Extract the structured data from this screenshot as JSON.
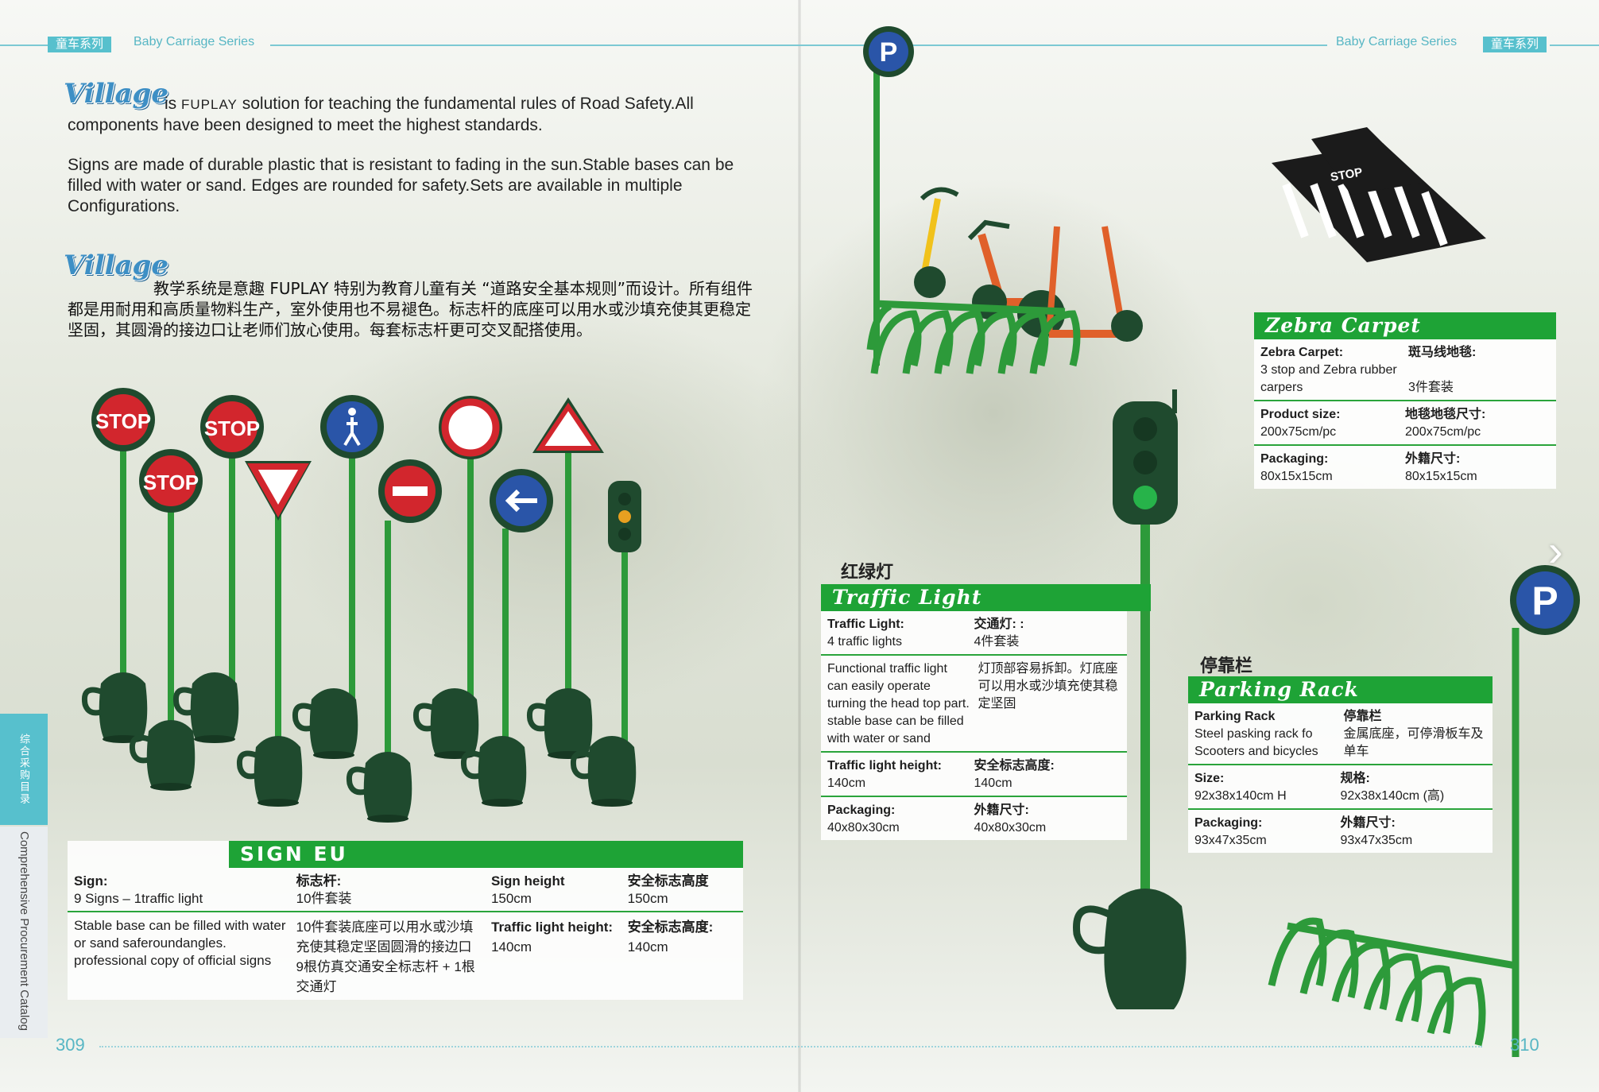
{
  "header": {
    "left_cn": "童车系列",
    "left_en": "Baby Carriage Series",
    "right_en": "Baby Carriage Series",
    "right_cn": "童车系列"
  },
  "side_tab": {
    "cn": "综合采购目录",
    "en": "Comprehensive Procurement Catalog"
  },
  "page_numbers": {
    "left": "309",
    "right": "310"
  },
  "intro": {
    "logo_word": "Village",
    "en_prefix": "is",
    "en_brand": "FUPLAY",
    "en_p1_rest": "solution for teaching the fundamental rules of Road Safety.All components have been designed to meet the highest standards.",
    "en_p2": "Signs are made of durable plastic that is resistant to fading in the sun.Stable bases can be filled with water or sand. Edges are rounded for safety.Sets are available in multiple Configurations.",
    "logo_word_2": "Village",
    "cn_text": "教学系统是意趣 FUPLAY 特别为教育儿童有关 “道路安全基本规则”而设计。所有组件都是用耐用和高质量物料生产，室外使用也不易褪色。标志杆的底座可以用水或沙填充使其更稳定坚固，其圆滑的接边口让老师们放心使用。每套标志杆更可交叉配搭使用。"
  },
  "signs": {
    "stop": "STOP",
    "parking": "P"
  },
  "sign_eu": {
    "title": "SIGN EU",
    "row1": {
      "en_label": "Sign:",
      "en_value": "9 Signs – 1traffic light",
      "cn_label": "标志杆:",
      "cn_value": "10件套装",
      "h_label": "Sign height",
      "h_value": "150cm",
      "h_cn_label": "安全标志高度",
      "h_cn_value": "150cm"
    },
    "row2": {
      "en_desc": "Stable base can be filled with water or sand saferoundangles. professional copy of official signs",
      "cn_desc": "10件套装底座可以用水或沙填充使其稳定坚固圆滑的接边口9根仿真交通安全标志杆 + 1根交通灯",
      "tl_label": "Traffic light height:",
      "tl_value": "140cm",
      "tl_cn_label": "安全标志高度:",
      "tl_cn_value": "140cm"
    }
  },
  "traffic_light": {
    "cn_name": "红绿灯",
    "title": "Traffic Light",
    "rows": [
      {
        "l_label": "Traffic Light:",
        "l_value": "4 traffic lights",
        "r_label": "交通灯: :",
        "r_value": "4件套装"
      },
      {
        "l_label": "",
        "l_value": "Functional traffic light can easily operate turning the head top part. stable base can be filled with water or sand",
        "r_label": "",
        "r_value": "灯顶部容易拆卸。灯底座可以用水或沙填充使其稳定坚固"
      },
      {
        "l_label": "Traffic light height:",
        "l_value": "140cm",
        "r_label": "安全标志高度:",
        "r_value": "140cm"
      },
      {
        "l_label": "Packaging:",
        "l_value": "40x80x30cm",
        "r_label": "外籍尺寸:",
        "r_value": "40x80x30cm"
      }
    ]
  },
  "zebra_carpet": {
    "title": "Zebra Carpet",
    "rows": [
      {
        "l_label": "Zebra Carpet:",
        "l_value": "3 stop and Zebra rubber carpers",
        "r_label": "斑马线地毯:",
        "r_value": "3件套装"
      },
      {
        "l_label": "Product size:",
        "l_value": "200x75cm/pc",
        "r_label": "地毯地毯尺寸:",
        "r_value": "200x75cm/pc"
      },
      {
        "l_label": "Packaging:",
        "l_value": "80x15x15cm",
        "r_label": "外籍尺寸:",
        "r_value": "80x15x15cm"
      }
    ]
  },
  "parking_rack": {
    "cn_name": "停靠栏",
    "title": "Parking Rack",
    "rows": [
      {
        "l_label": "Parking Rack",
        "l_value": "Steel pasking rack fo Scooters and bicycles",
        "r_label": "停靠栏",
        "r_value": "金属底座，可停滑板车及单车"
      },
      {
        "l_label": "Size:",
        "l_value": "92x38x140cm H",
        "r_label": "规格:",
        "r_value": "92x38x140cm (高)"
      },
      {
        "l_label": "Packaging:",
        "l_value": "93x47x35cm",
        "r_label": "外籍尺寸:",
        "r_value": "93x47x35cm"
      }
    ]
  }
}
